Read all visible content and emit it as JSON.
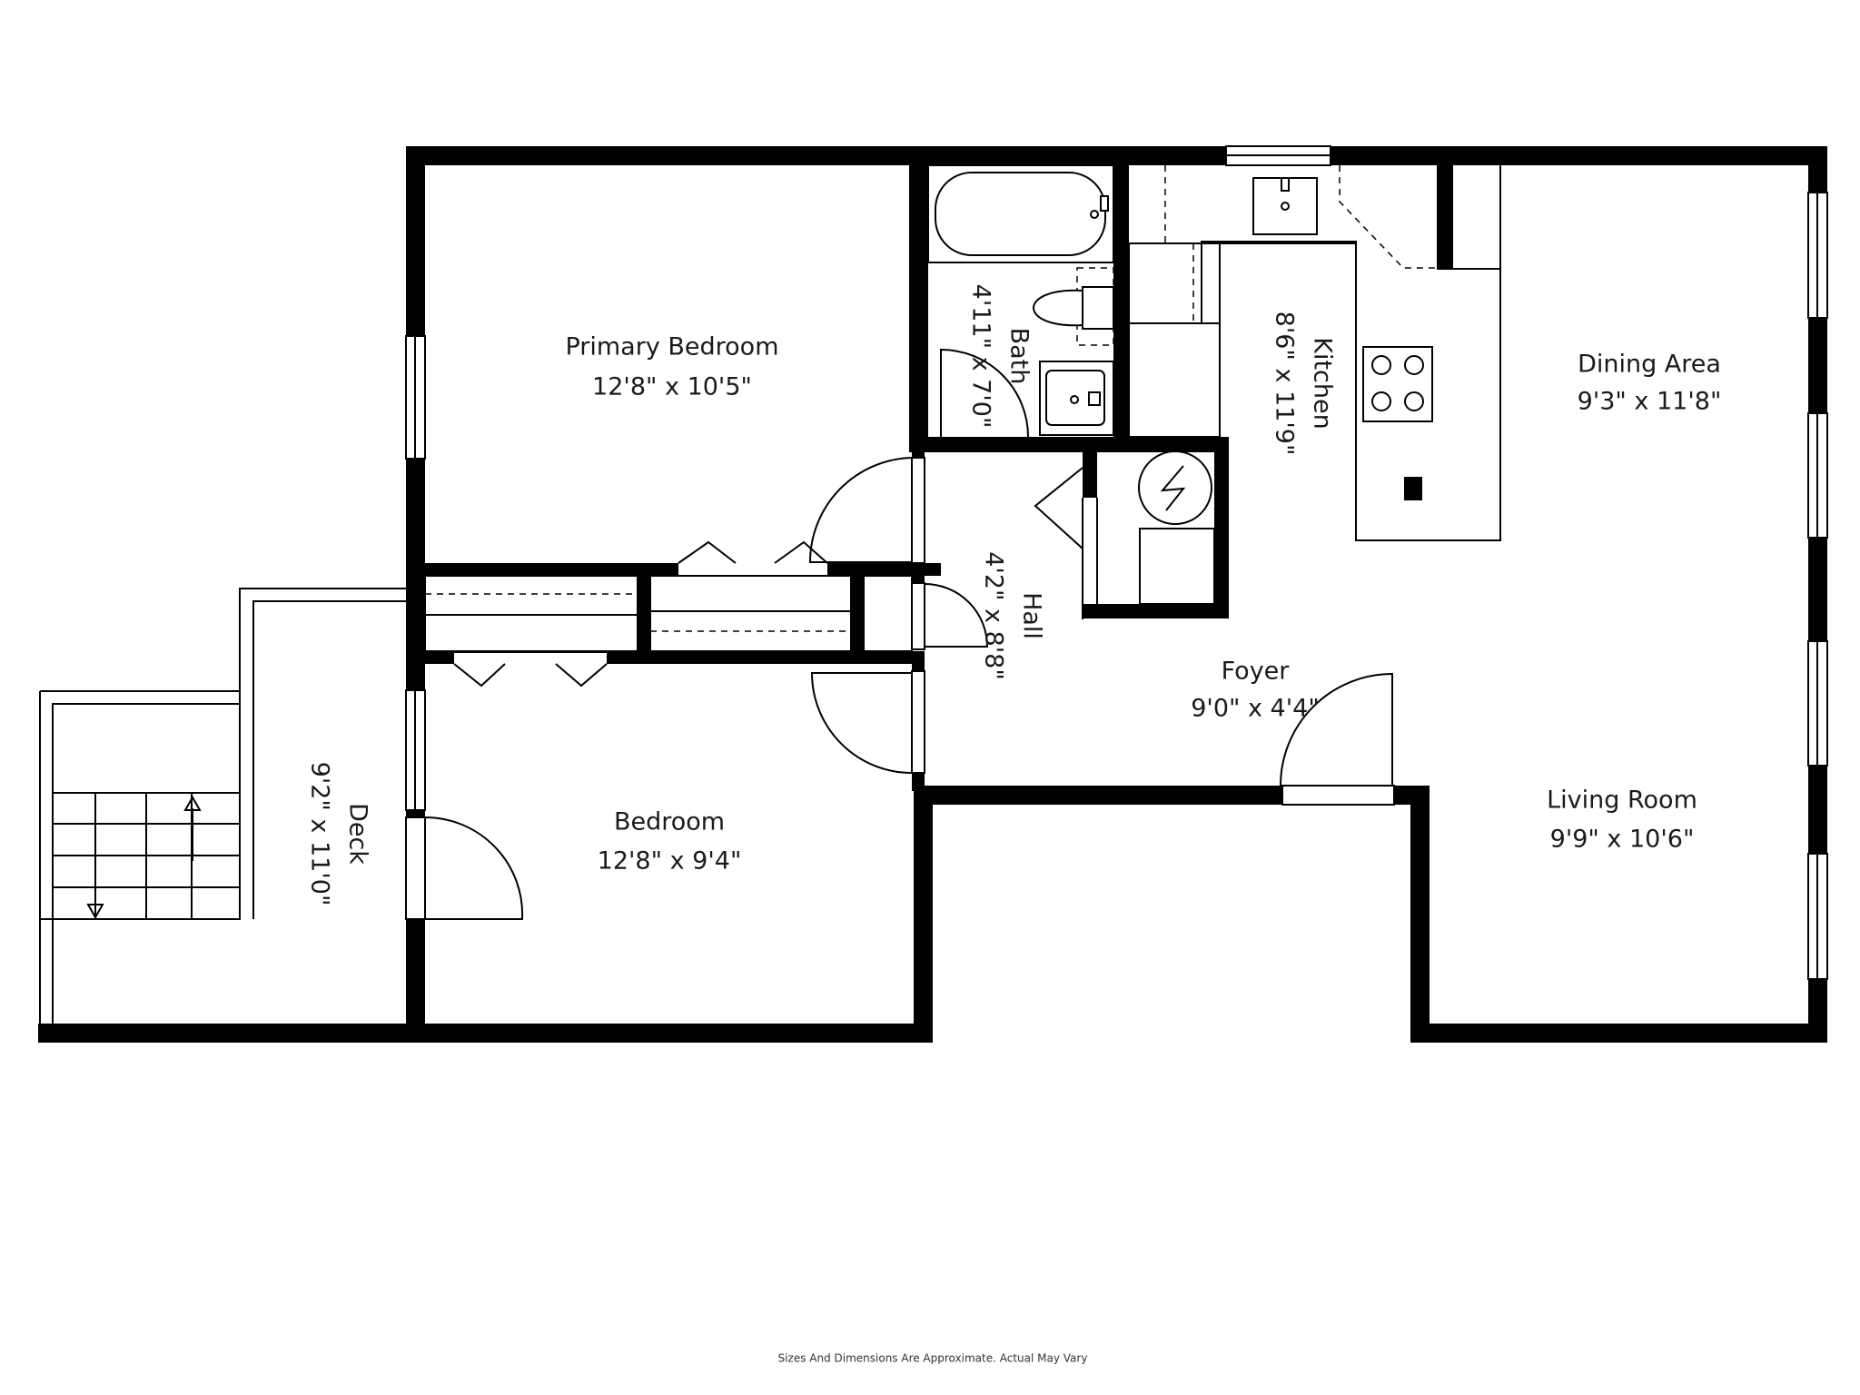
{
  "rooms": [
    {
      "id": "primary-bedroom",
      "name": "Primary Bedroom",
      "size": "12'8\" x 10'5\""
    },
    {
      "id": "bath",
      "name": "Bath",
      "size": "4'11\" x 7'0\""
    },
    {
      "id": "kitchen",
      "name": "Kitchen",
      "size": "8'6\" x 11'9\""
    },
    {
      "id": "dining-area",
      "name": "Dining Area",
      "size": "9'3\" x 11'8\""
    },
    {
      "id": "hall",
      "name": "Hall",
      "size": "4'2\" x 8'8\""
    },
    {
      "id": "foyer",
      "name": "Foyer",
      "size": "9'0\" x 4'4\""
    },
    {
      "id": "living-room",
      "name": "Living Room",
      "size": "9'9\" x 10'6\""
    },
    {
      "id": "bedroom",
      "name": "Bedroom",
      "size": "12'8\" x 9'4\""
    },
    {
      "id": "deck",
      "name": "Deck",
      "size": "9'2\" x 11'0\""
    }
  ],
  "footer": {
    "disclaimer": "Sizes And Dimensions Are Approximate. Actual May Vary"
  },
  "colors": {
    "wall": "#000000",
    "background": "#ffffff",
    "text": "#1a1a1a"
  }
}
